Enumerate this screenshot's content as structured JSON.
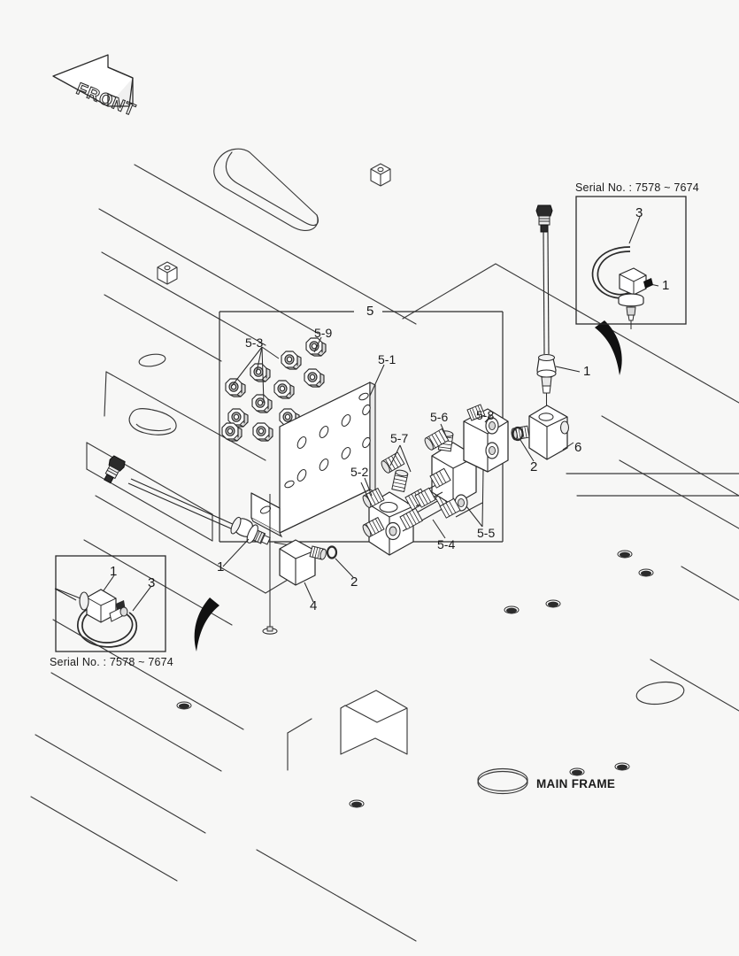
{
  "diagram": {
    "orientation_marker": {
      "label": "FRONT"
    },
    "frame_label": "MAIN FRAME",
    "group_box": {
      "label": "5"
    },
    "insets": [
      {
        "id": "inset-top-right",
        "serial_text": "Serial No. : 7578 ~ 7674",
        "label_position": "above",
        "callouts": [
          "3",
          "1"
        ]
      },
      {
        "id": "inset-bottom-left",
        "serial_text": "Serial No. : 7578 ~ 7674",
        "label_position": "below",
        "callouts": [
          "1",
          "3"
        ]
      }
    ],
    "callouts": [
      {
        "id": "c-5",
        "text": "5"
      },
      {
        "id": "c-5-9",
        "text": "5-9"
      },
      {
        "id": "c-5-3",
        "text": "5-3"
      },
      {
        "id": "c-5-1",
        "text": "5-1"
      },
      {
        "id": "c-5-2",
        "text": "5-2"
      },
      {
        "id": "c-5-4",
        "text": "5-4"
      },
      {
        "id": "c-5-5",
        "text": "5-5"
      },
      {
        "id": "c-5-6",
        "text": "5-6"
      },
      {
        "id": "c-5-7",
        "text": "5-7"
      },
      {
        "id": "c-5-8",
        "text": "5-8"
      },
      {
        "id": "c-1-right",
        "text": "1"
      },
      {
        "id": "c-2-right",
        "text": "2"
      },
      {
        "id": "c-6",
        "text": "6"
      },
      {
        "id": "c-1-left",
        "text": "1"
      },
      {
        "id": "c-2-left",
        "text": "2"
      },
      {
        "id": "c-4",
        "text": "4"
      },
      {
        "id": "c-3-topright",
        "text": "3"
      },
      {
        "id": "c-1-topright",
        "text": "1"
      },
      {
        "id": "c-1-bottomleft",
        "text": "1"
      },
      {
        "id": "c-3-bottomleft",
        "text": "3"
      }
    ],
    "colors": {
      "background": "#f7f7f6",
      "line": "#2b2b2b",
      "fill_light": "#ffffff",
      "fill_shade": "#e3e3e3",
      "solid": "#111111"
    }
  }
}
